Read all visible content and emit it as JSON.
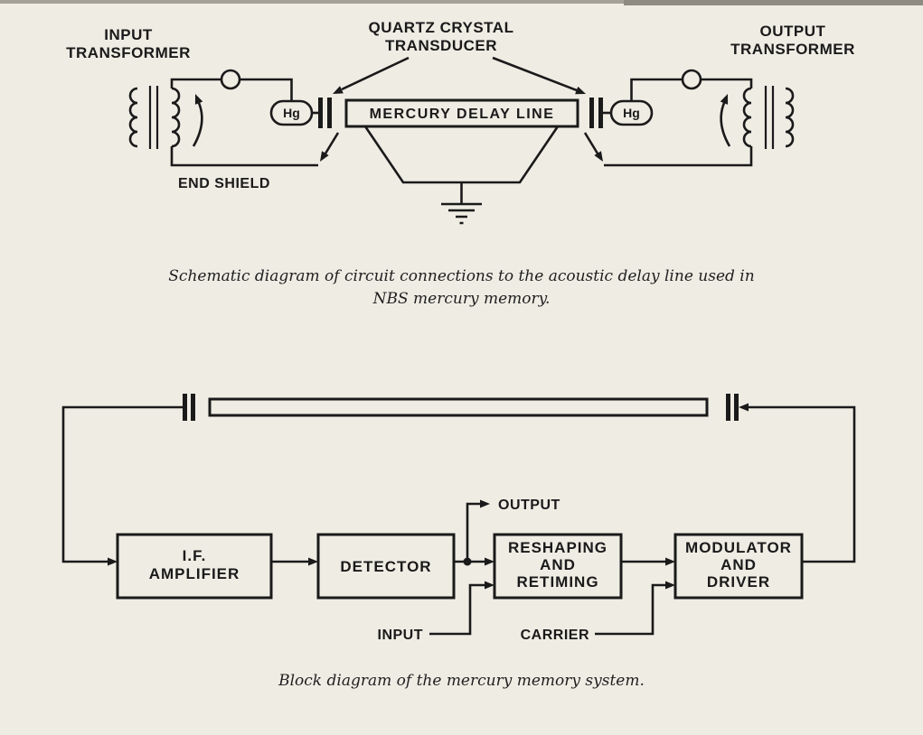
{
  "page": {
    "paper_color": "#efece4",
    "ink_color": "#1a1a1a"
  },
  "schematic": {
    "input_transformer": {
      "line1": "INPUT",
      "line2": "TRANSFORMER"
    },
    "quartz": {
      "line1": "QUARTZ CRYSTAL",
      "line2": "TRANSDUCER"
    },
    "output_transformer": {
      "line1": "OUTPUT",
      "line2": "TRANSFORMER"
    },
    "hg_left": "Hg",
    "hg_right": "Hg",
    "delay_line_label": "MERCURY DELAY LINE",
    "end_shield": "END SHIELD",
    "caption": {
      "line1": "Schematic diagram of circuit connections to the acoustic delay line used in",
      "line2": "NBS mercury memory."
    }
  },
  "block": {
    "boxes": [
      {
        "lines": [
          "I.F.",
          "AMPLIFIER"
        ]
      },
      {
        "lines": [
          "DETECTOR"
        ]
      },
      {
        "lines": [
          "RESHAPING",
          "AND",
          "RETIMING"
        ]
      },
      {
        "lines": [
          "MODULATOR",
          "AND",
          "DRIVER"
        ]
      }
    ],
    "output_label": "OUTPUT",
    "input_label": "INPUT",
    "carrier_label": "CARRIER",
    "caption": "Block diagram of the mercury memory system."
  }
}
